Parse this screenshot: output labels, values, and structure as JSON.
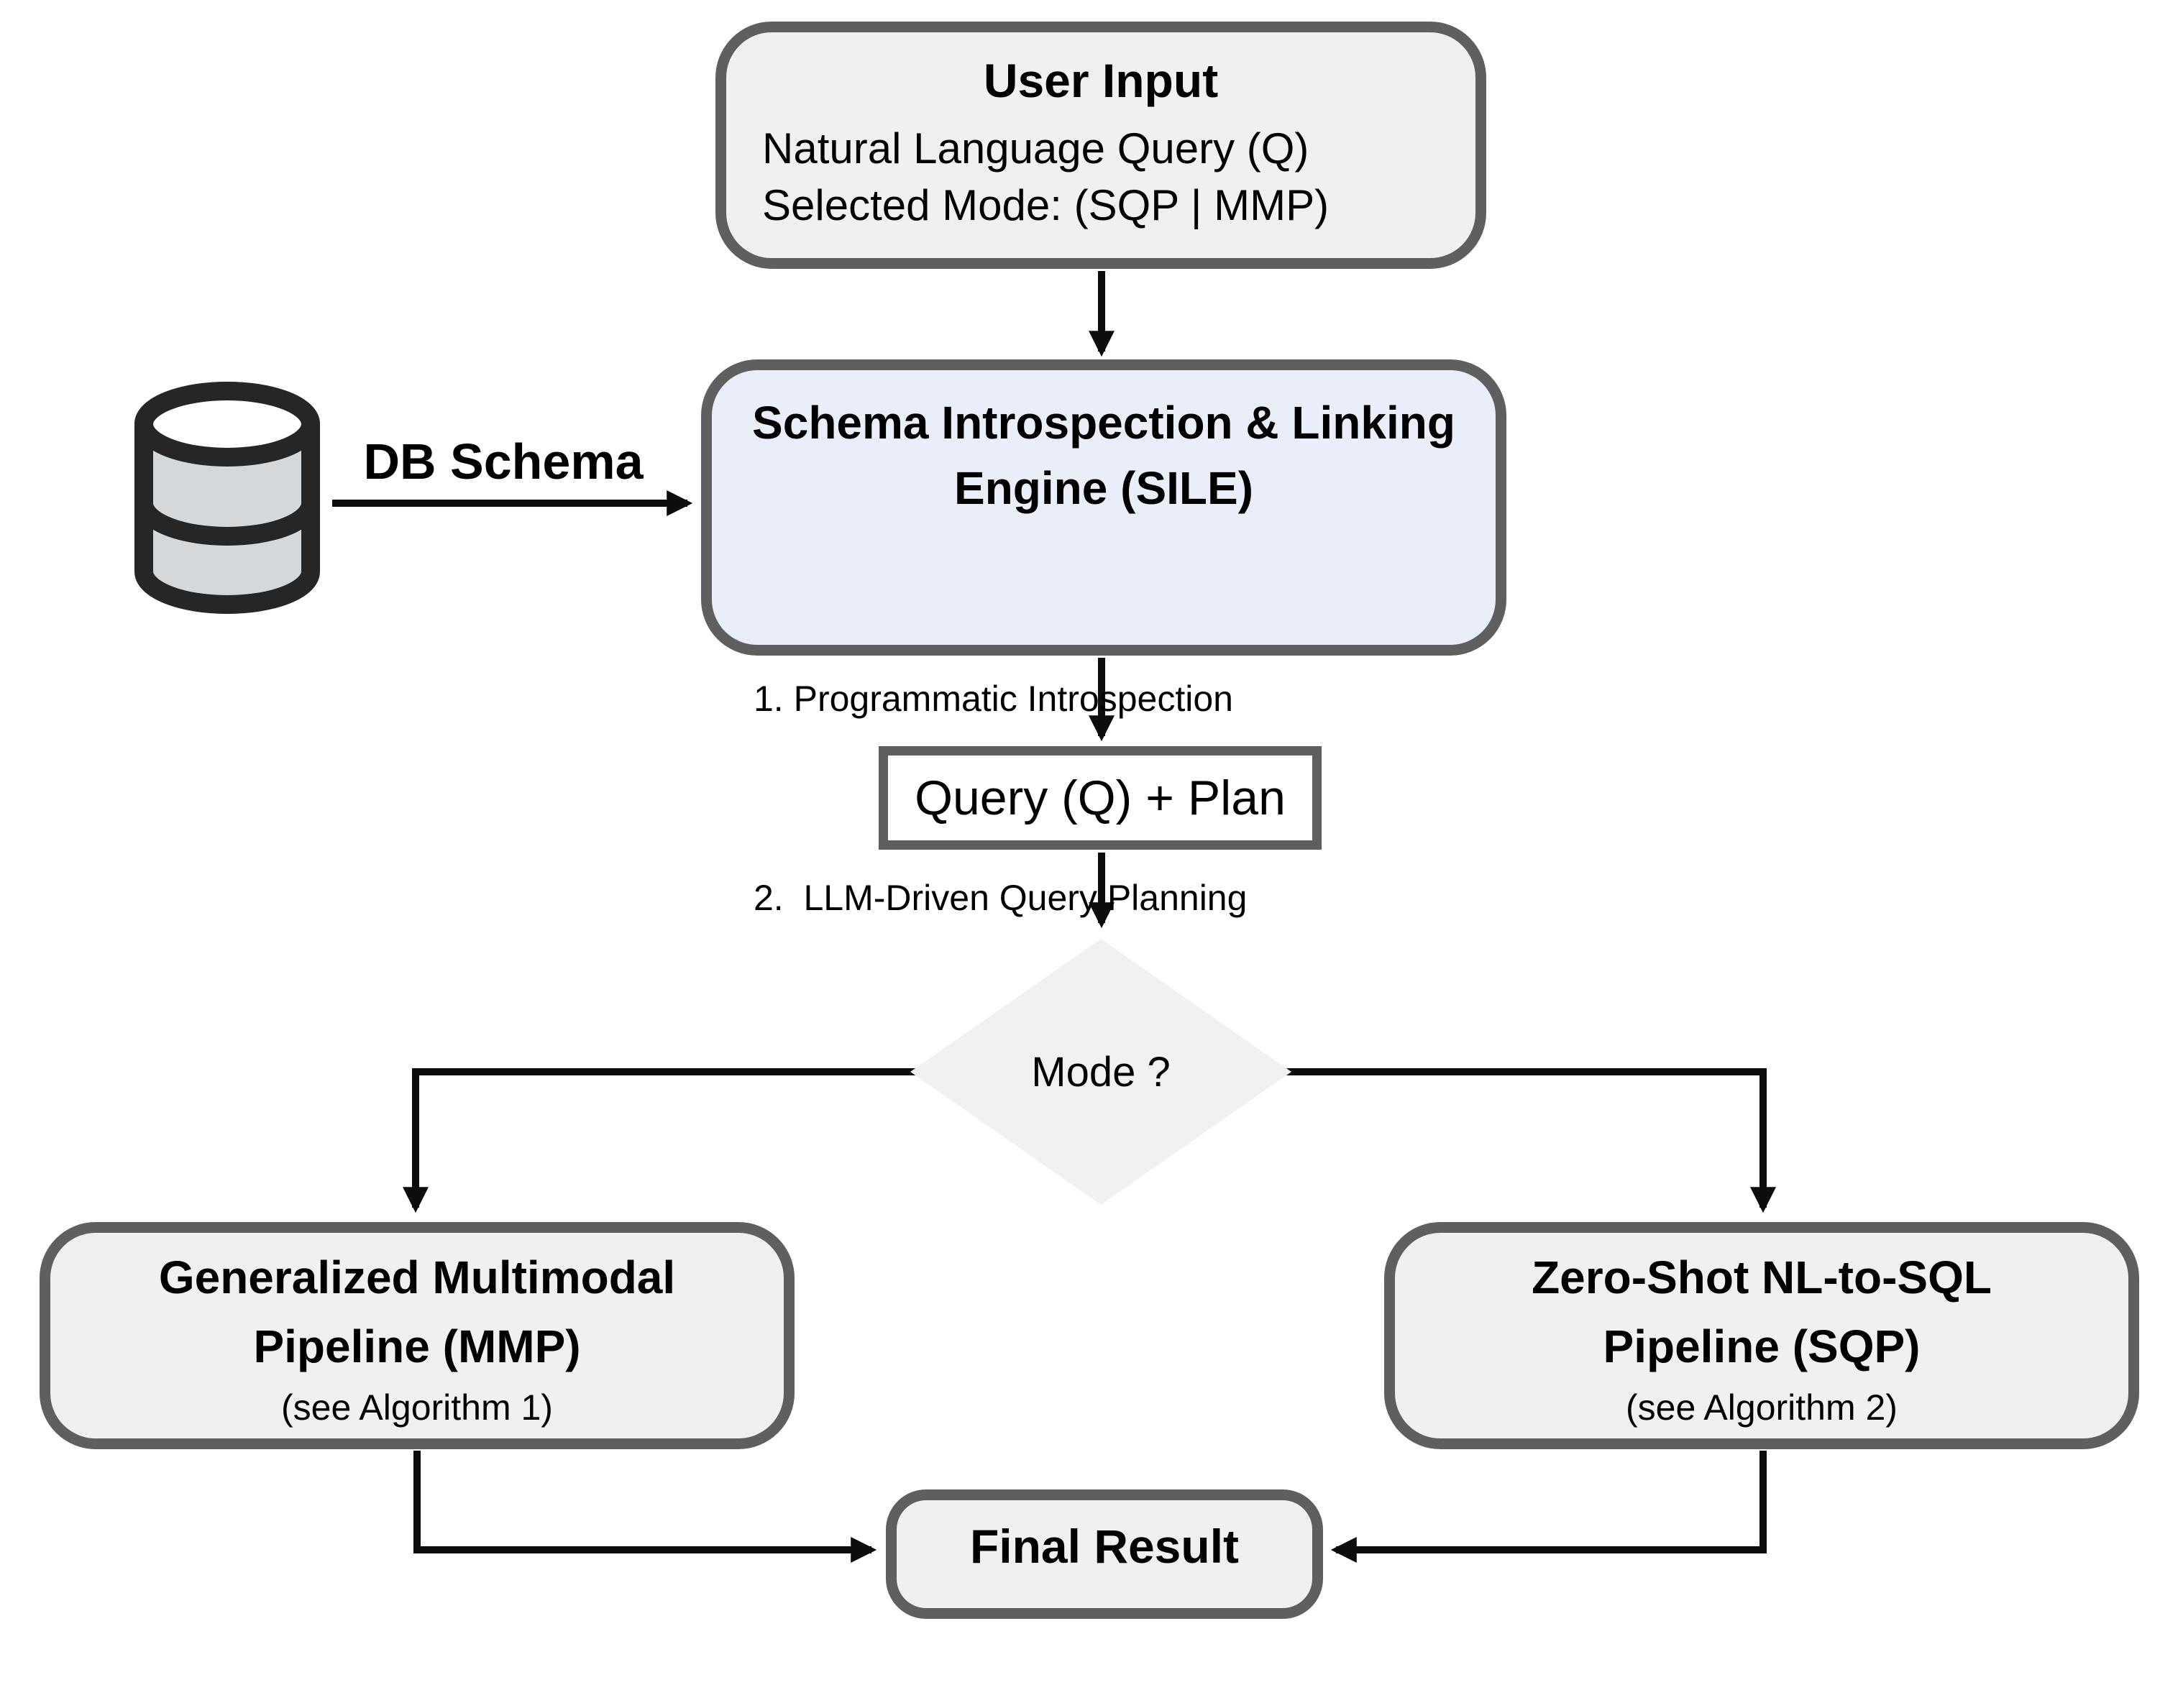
{
  "user_input": {
    "title": "User Input",
    "line1": "Natural Language Query (Q)",
    "line2": "Selected Mode: (SQP | MMP)"
  },
  "db": {
    "icon": "database-cylinder-icon",
    "label": "DB Schema"
  },
  "sile": {
    "title1": "Schema Introspection & Linking",
    "title2": "Engine (SILE)",
    "item1": "1. Programmatic Introspection",
    "item2": "2.  LLM-Driven Query Planning"
  },
  "query_plan": {
    "label": "Query (Q) + Plan"
  },
  "decision": {
    "label": "Mode ?"
  },
  "mmp": {
    "title1": "Generalized Multimodal",
    "title2": "Pipeline (MMP)",
    "note": "(see Algorithm 1)"
  },
  "sqp": {
    "title1": "Zero-Shot NL-to-SQL",
    "title2": "Pipeline (SQP)",
    "note": "(see Algorithm 2)"
  },
  "final_result": {
    "label": "Final Result"
  },
  "colors": {
    "node_fill": "#f0f0f0",
    "node_border": "#5f5f5f",
    "sile_fill": "#e9eef8",
    "query_fill": "#ffffff",
    "diamond_fill": "#f1f1f1",
    "line": "#0d0d0d",
    "cylinder_fill": "#d5d8da",
    "cylinder_stroke": "#262626",
    "text": "#000000"
  }
}
